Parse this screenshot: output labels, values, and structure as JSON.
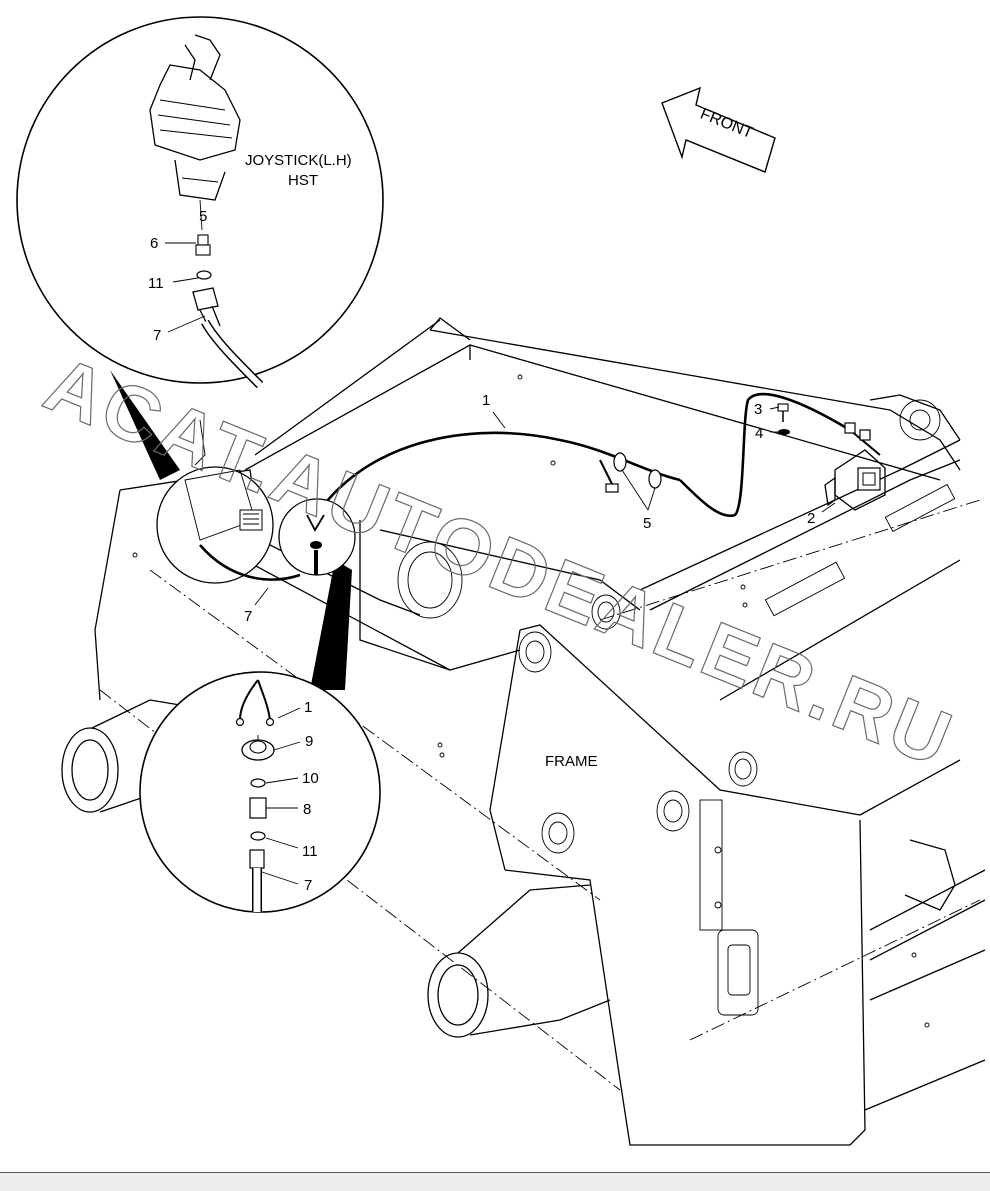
{
  "labels": {
    "front": "FRONT",
    "joystick": "JOYSTICK(L.H)",
    "hst": "HST",
    "frame": "FRAME"
  },
  "callouts": {
    "c5_top": "5",
    "c6": "6",
    "c11_top": "11",
    "c7_top": "7",
    "c1_main": "1",
    "c3": "3",
    "c4": "4",
    "c2": "2",
    "c5_main": "5",
    "c7_main": "7",
    "c1_detail": "1",
    "c9": "9",
    "c10": "10",
    "c8": "8",
    "c11_detail": "11",
    "c7_detail": "7"
  },
  "watermark": "ACAT.AUTODEALER.RU"
}
